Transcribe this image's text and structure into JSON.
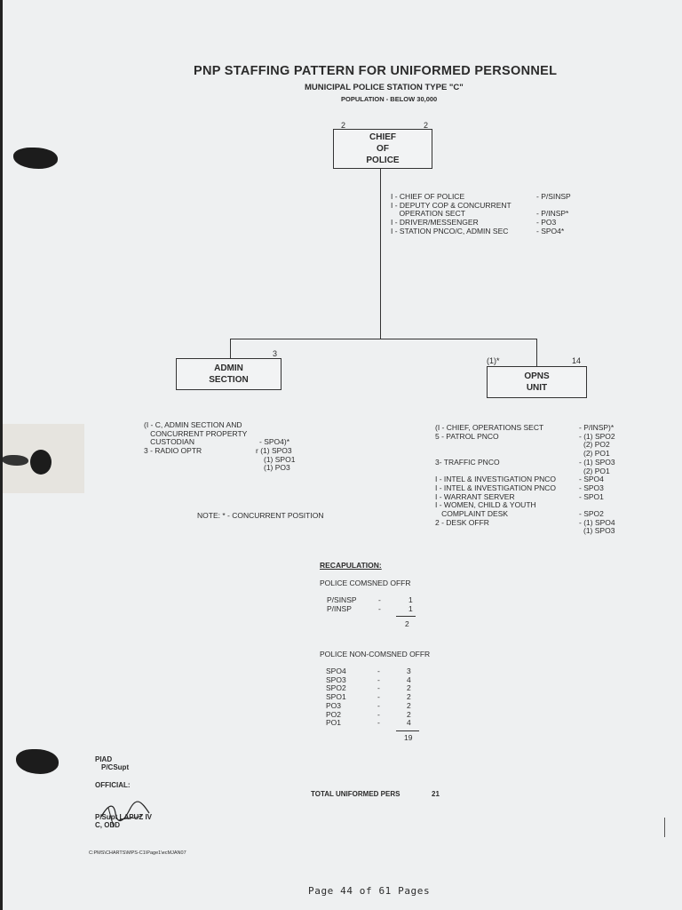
{
  "header": {
    "title": "PNP STAFFING  PATTERN FOR UNIFORMED PERSONNEL",
    "subtitle": "MUNICIPAL POLICE STATION TYPE \"C\"",
    "population": "POPULATION - BELOW 30,000"
  },
  "chief": {
    "label_lines": [
      "CHIEF",
      "OF",
      "POLICE"
    ],
    "count_left": "2",
    "count_right": "2",
    "staff": [
      {
        "text": "I - CHIEF OF POLICE",
        "rank": "- P/SINSP"
      },
      {
        "text": "I - DEPUTY COP & CONCURRENT",
        "rank": ""
      },
      {
        "text": "    OPERATION SECT",
        "rank": "- P/INSP*"
      },
      {
        "text": "I - DRIVER/MESSENGER",
        "rank": "- PO3"
      },
      {
        "text": "I - STATION PNCO/C, ADMIN SEC",
        "rank": "- SPO4*"
      }
    ]
  },
  "admin": {
    "label_lines": [
      "ADMIN",
      "SECTION"
    ],
    "count": "3",
    "staff": [
      {
        "text": "(I - C, ADMIN SECTION AND",
        "rank": ""
      },
      {
        "text": "   CONCURRENT PROPERTY",
        "rank": ""
      },
      {
        "text": "   CUSTODIAN",
        "rank": "- SPO4)*"
      },
      {
        "text": "3 - RADIO OPTR",
        "rank": "r (1) SPO3"
      },
      {
        "text": "",
        "rank": "(1) SPO1"
      },
      {
        "text": "",
        "rank": "(1) PO3"
      }
    ]
  },
  "opns": {
    "label_lines": [
      "OPNS",
      "UNIT"
    ],
    "count_left": "(1)*",
    "count_right": "14",
    "staff": [
      {
        "text": "(I - CHIEF, OPERATIONS SECT",
        "rank": "- P/INSP)*"
      },
      {
        "text": "5 - PATROL PNCO",
        "rank": "- (1) SPO2"
      },
      {
        "text": "",
        "rank": "(2) PO2"
      },
      {
        "text": "",
        "rank": "(2) PO1"
      },
      {
        "text": "3- TRAFFIC PNCO",
        "rank": "- (1) SPO3"
      },
      {
        "text": "",
        "rank": "(2) PO1"
      },
      {
        "text": "I - INTEL & INVESTIGATION PNCO",
        "rank": "- SPO4"
      },
      {
        "text": "I - INTEL & INVESTIGATION PNCO",
        "rank": "- SPO3"
      },
      {
        "text": "I - WARRANT SERVER",
        "rank": "- SPO1"
      },
      {
        "text": "I - WOMEN, CHILD & YOUTH",
        "rank": ""
      },
      {
        "text": "   COMPLAINT DESK",
        "rank": "- SPO2"
      },
      {
        "text": "2 - DESK OFFR",
        "rank": "- (1) SPO4"
      },
      {
        "text": "",
        "rank": "(1) SPO3"
      }
    ]
  },
  "note": "NOTE:  * - CONCURRENT POSITION",
  "recap": {
    "heading": "RECAPULATION:",
    "comsned_title": "POLICE COMSNED OFFR",
    "comsned": [
      {
        "rank": "P/SINSP",
        "dash": "-",
        "count": "1"
      },
      {
        "rank": "P/INSP",
        "dash": "-",
        "count": "1"
      }
    ],
    "comsned_total": "2",
    "noncomsned_title": "POLICE NON-COMSNED OFFR",
    "noncomsned": [
      {
        "rank": "SPO4",
        "dash": "-",
        "count": "3"
      },
      {
        "rank": "SPO3",
        "dash": "-",
        "count": "4"
      },
      {
        "rank": "SPO2",
        "dash": "-",
        "count": "2"
      },
      {
        "rank": "SPO1",
        "dash": "-",
        "count": "2"
      },
      {
        "rank": "PO3",
        "dash": "-",
        "count": "2"
      },
      {
        "rank": "PO2",
        "dash": "-",
        "count": "2"
      },
      {
        "rank": "PO1",
        "dash": "-",
        "count": "4"
      }
    ],
    "noncomsned_total": "19"
  },
  "total": {
    "label": "TOTAL UNIFORMED PERS",
    "value": "21"
  },
  "signature": {
    "office": "PIAD",
    "office_rank": "P/CSupt",
    "official": "OFFICIAL:",
    "name": "P/Supt LAPUZ IV",
    "position": "C, ODD"
  },
  "file_path": "C:PMS\\CHARTS\\MPS-C1\\Page1\\ecMJAN07",
  "page_footer": "Page 44 of 61 Pages"
}
